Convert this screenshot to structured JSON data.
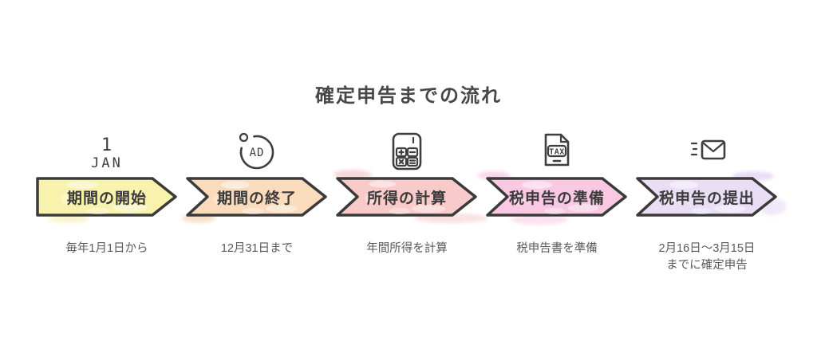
{
  "title": "確定申告までの流れ",
  "colors": {
    "outline": "#3a3a3a",
    "title_text": "#474747",
    "label_text": "#3b3b3b",
    "subtitle_text": "#5a5a5a",
    "icon_stroke": "#3f3f3f"
  },
  "steps": [
    {
      "label": "期間の開始",
      "subtitle": "毎年1月1日から",
      "fill": "#f8f2ac",
      "icon": "calendar-jan-1-icon",
      "icon_text_line1": "1",
      "icon_text_line2": "JAN"
    },
    {
      "label": "期間の終了",
      "subtitle": "12月31日まで",
      "fill": "#fadcbd",
      "icon": "deadline-clock-icon",
      "icon_text": "AD"
    },
    {
      "label": "所得の計算",
      "subtitle": "年間所得を計算",
      "fill": "#f9caca",
      "icon": "calculator-icon"
    },
    {
      "label": "税申告の準備",
      "subtitle": "税申告書を準備",
      "fill": "#f9c9e3",
      "icon": "tax-document-icon",
      "icon_text": "TAX"
    },
    {
      "label": "税申告の提出",
      "subtitle": "2月16日〜3月15日\nまでに確定申告",
      "fill": "#e9def6",
      "icon": "mail-send-icon"
    }
  ]
}
